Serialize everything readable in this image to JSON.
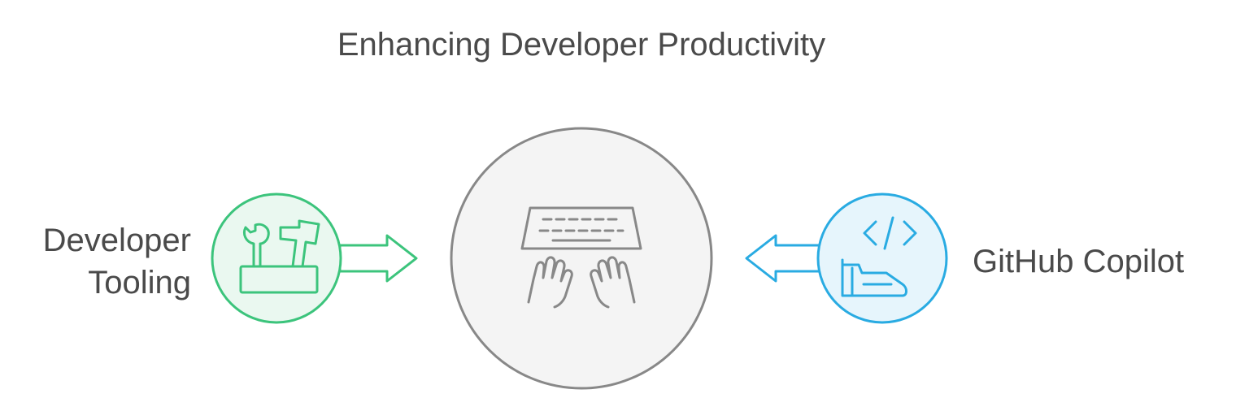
{
  "title": "Enhancing Developer Productivity",
  "nodes": {
    "left": {
      "label_line1": "Developer",
      "label_line2": "Tooling",
      "icon": "toolbox-icon",
      "color": "#3cc47c",
      "fill": "#eaf8f0"
    },
    "center": {
      "icon": "keyboard-typing-icon",
      "color": "#888888",
      "fill": "#f4f4f4"
    },
    "right": {
      "label": "GitHub Copilot",
      "icon": "code-hand-icon",
      "color": "#29abe2",
      "fill": "#e6f5fc"
    }
  }
}
